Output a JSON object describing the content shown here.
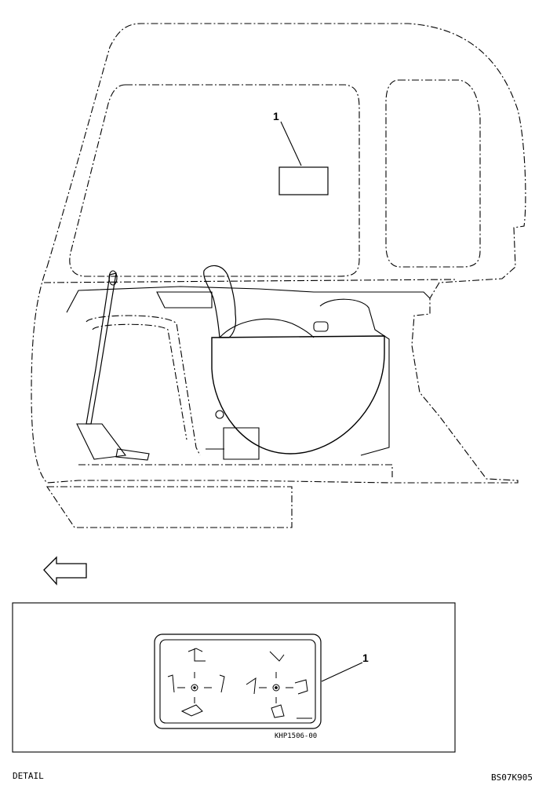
{
  "callouts": {
    "cab_decal": "1",
    "detail_decal": "1"
  },
  "decal_code": "KHP1506-00",
  "detail_caption": "DETAIL",
  "drawing_code": "BS07K905",
  "colors": {
    "ink": "#000000",
    "paper": "#ffffff"
  },
  "icons": {
    "direction": "left-arrow-icon",
    "decal_symbols": "control-pattern-icon"
  }
}
